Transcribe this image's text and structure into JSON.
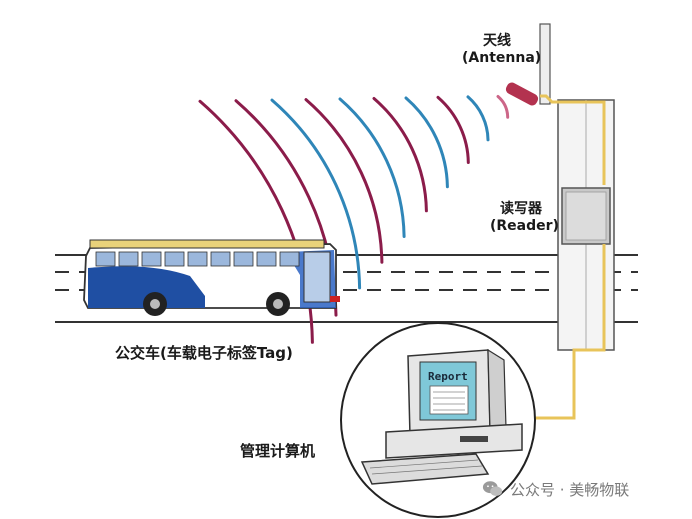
{
  "labels": {
    "antenna_cn": "天线",
    "antenna_en": "(Antenna)",
    "reader_cn": "读写器",
    "reader_en": "(Reader)",
    "bus": "公交车(车载电子标签Tag)",
    "computer": "管理计算机",
    "screen_text": "Report"
  },
  "watermark": {
    "text": "公众号 · 美畅物联",
    "icon": "wechat-icon"
  },
  "colors": {
    "wave_crimson": "#8b1c4a",
    "wave_blue": "#2f86b8",
    "wave_pink": "#cc6688",
    "bus_blue": "#1f4fa3",
    "cable_yellow": "#e8c45a"
  }
}
